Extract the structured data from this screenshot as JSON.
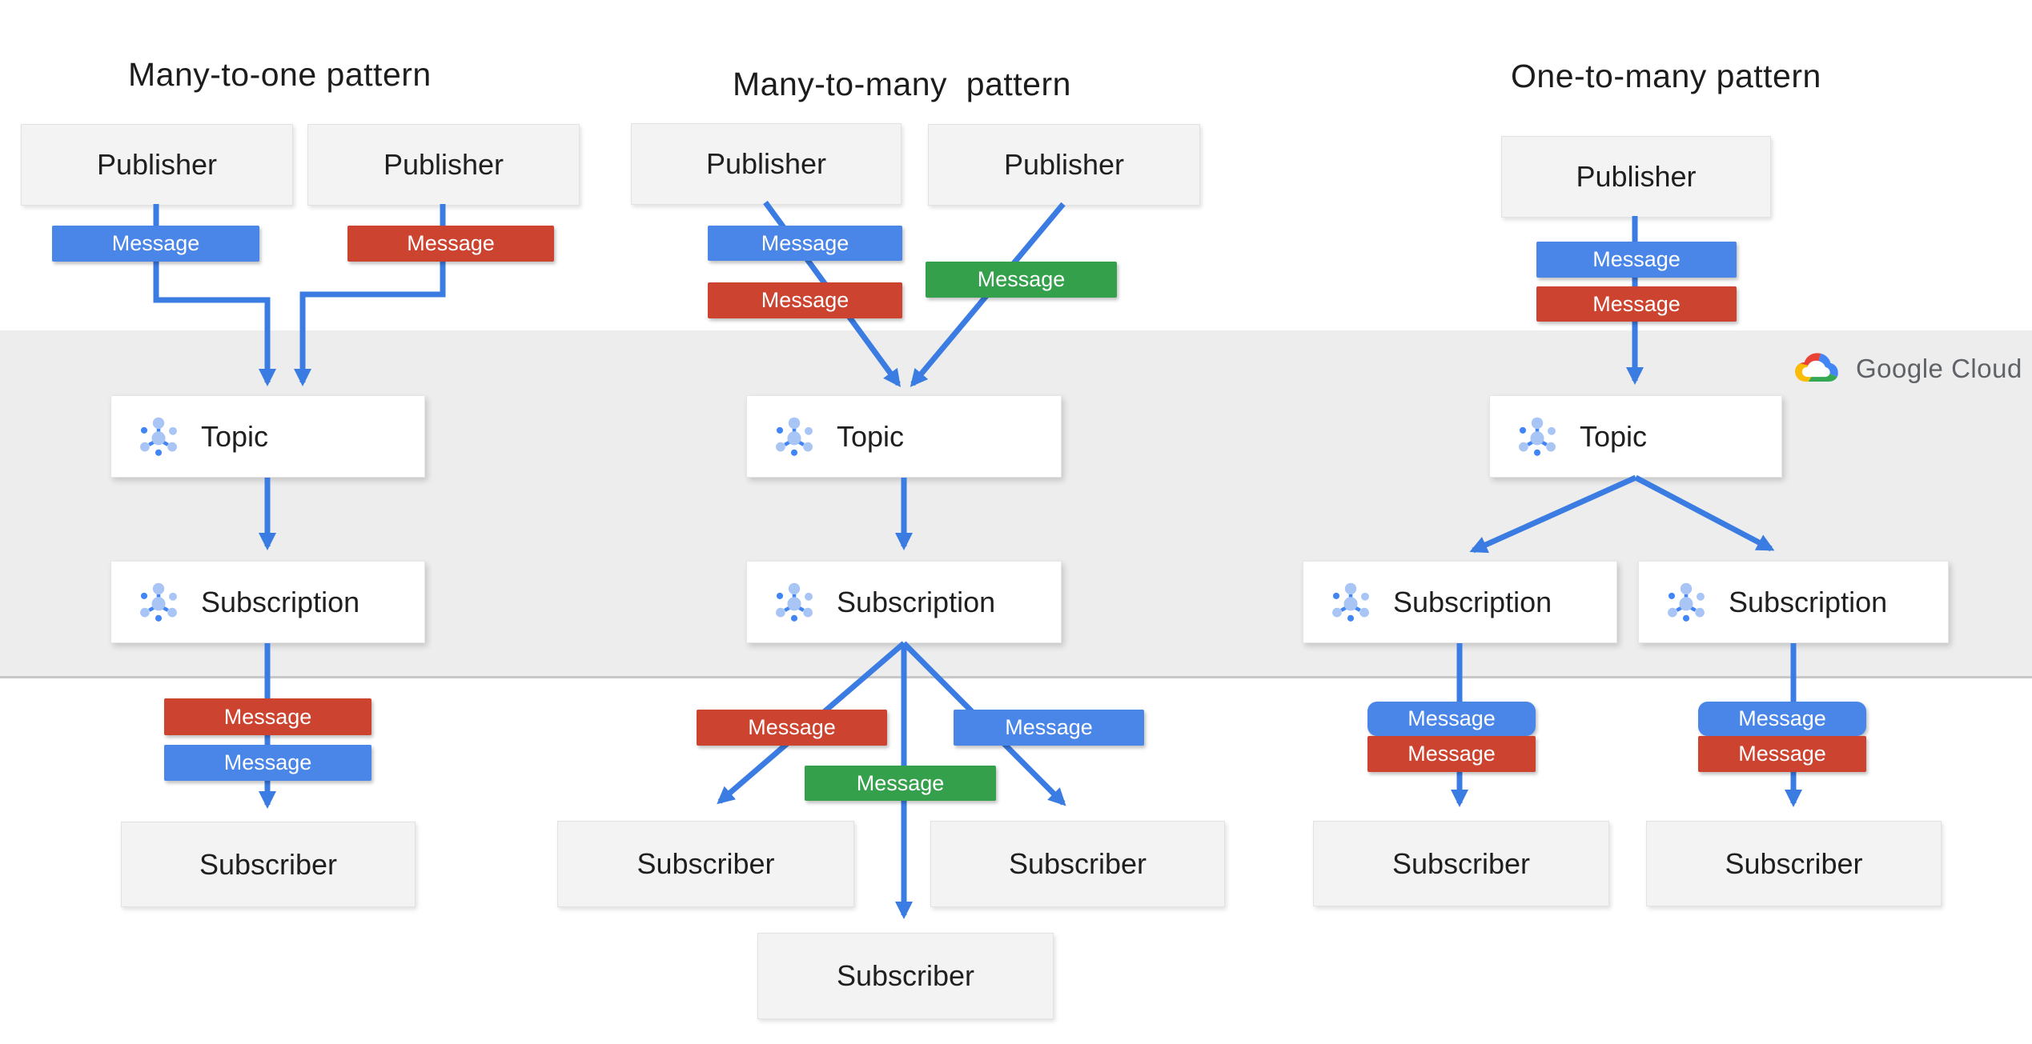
{
  "colors": {
    "message_blue": "#4a86e8",
    "message_red": "#cc4330",
    "message_green": "#35a04c",
    "arrow_blue": "#3b7ce3",
    "band_gray": "#ededed",
    "icon_blue_light": "#a8c5f6",
    "icon_blue_dark": "#4285f4",
    "logo_text_gray": "#5f6368",
    "logo_red": "#ea4335",
    "logo_blue": "#4285f4",
    "logo_green": "#34a853",
    "logo_yellow": "#fbbc05"
  },
  "icons": {
    "node_icon": "pubsub-nodes-icon",
    "logo_icon": "google-cloud-logo"
  },
  "google_cloud": {
    "label": "Google Cloud"
  },
  "patterns": [
    {
      "title": "Many-to-one pattern",
      "publishers": [
        "Publisher",
        "Publisher"
      ],
      "topic": "Topic",
      "subscription": "Subscription",
      "subscribers": [
        "Subscriber"
      ],
      "messages": {
        "pub_blue": "Message",
        "pub_red": "Message",
        "sub_red": "Message",
        "sub_blue": "Message"
      }
    },
    {
      "title": "Many-to-many  pattern",
      "publishers": [
        "Publisher",
        "Publisher"
      ],
      "topic": "Topic",
      "subscription": "Subscription",
      "subscribers": [
        "Subscriber",
        "Subscriber",
        "Subscriber"
      ],
      "messages": {
        "pub_blue": "Message",
        "pub_red": "Message",
        "pub_green": "Message",
        "sub_red": "Message",
        "sub_blue": "Message",
        "sub_green": "Message"
      }
    },
    {
      "title": "One-to-many pattern",
      "publishers": [
        "Publisher"
      ],
      "topic": "Topic",
      "subscriptions": [
        "Subscription",
        "Subscription"
      ],
      "subscribers": [
        "Subscriber",
        "Subscriber"
      ],
      "messages": {
        "pub_blue": "Message",
        "pub_red": "Message",
        "left_blue": "Message",
        "left_red": "Message",
        "right_blue": "Message",
        "right_red": "Message"
      }
    }
  ]
}
